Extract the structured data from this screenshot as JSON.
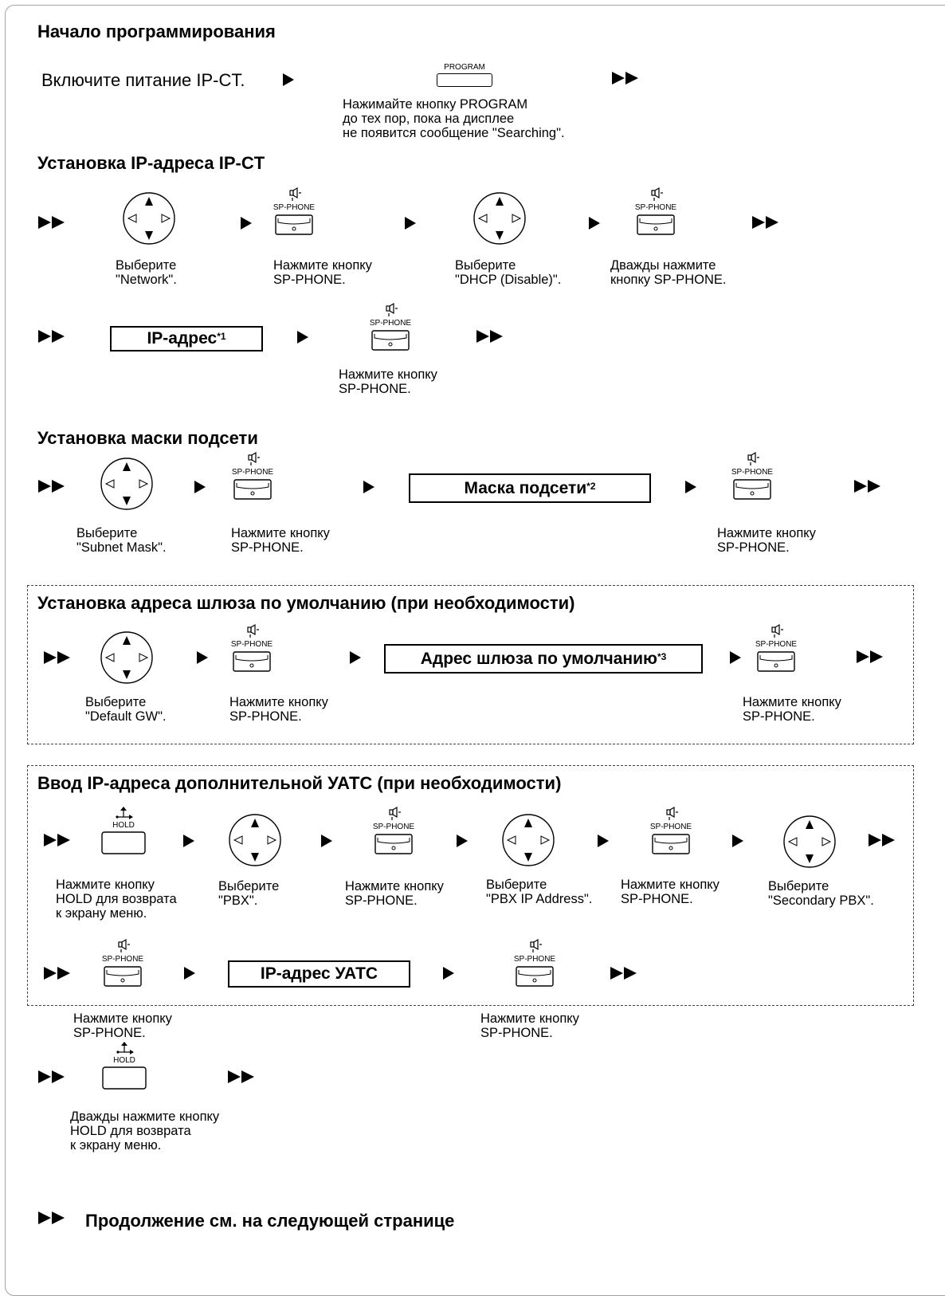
{
  "sections": {
    "start": "Начало программирования",
    "ip": "Установка IP-адреса IP-CT",
    "mask": "Установка маски подсети",
    "gw": "Установка адреса шлюза по умолчанию (при необходимости)",
    "pbx": "Ввод IP-адреса дополнительной УАТС (при необходимости)"
  },
  "keys": {
    "program": "PROGRAM",
    "sp_phone": "SP-PHONE",
    "hold": "HOLD"
  },
  "boxes": {
    "ip_address": "IP-адрес",
    "ip_address_note": "*1",
    "subnet_mask": "Маска подсети",
    "subnet_mask_note": "*2",
    "default_gw": "Адрес шлюза по умолчанию",
    "default_gw_note": "*3",
    "pbx_ip": "IP-адрес УАТС"
  },
  "captions": {
    "power_on": "Включите питание IP-CT.",
    "program_press": "Нажимайте кнопку PROGRAM\nдо тех пор, пока на дисплее\nне появится сообщение \"Searching\".",
    "select_network": "Выберите\n\"Network\".",
    "press_sp": "Нажмите кнопку\nSP-PHONE.",
    "select_dhcp": "Выберите\n\"DHCP (Disable)\".",
    "press_sp_twice": "Дважды нажмите\nкнопку SP-PHONE.",
    "select_subnet": "Выберите\n\"Subnet Mask\".",
    "select_gw": "Выберите\n\"Default GW\".",
    "press_hold_return": "Нажмите кнопку\nHOLD для возврата\nк экрану меню.",
    "select_pbx": "Выберите\n\"PBX\".",
    "select_pbx_ip": "Выберите\n\"PBX IP Address\".",
    "select_secondary": "Выберите\n\"Secondary PBX\".",
    "press_hold_twice": "Дважды нажмите кнопку\nHOLD для возврата\nк экрану меню."
  },
  "footer": "Продолжение см. на следующей странице",
  "icons": {
    "arrow": "triangle-right-icon",
    "double_arrow": "double-triangle-right-icon",
    "nav": "navigator-key-icon",
    "speaker": "speaker-icon",
    "hold": "hold-transfer-icon"
  },
  "colors": {
    "arrow": "#000000",
    "frame": "#a3a3a3"
  }
}
